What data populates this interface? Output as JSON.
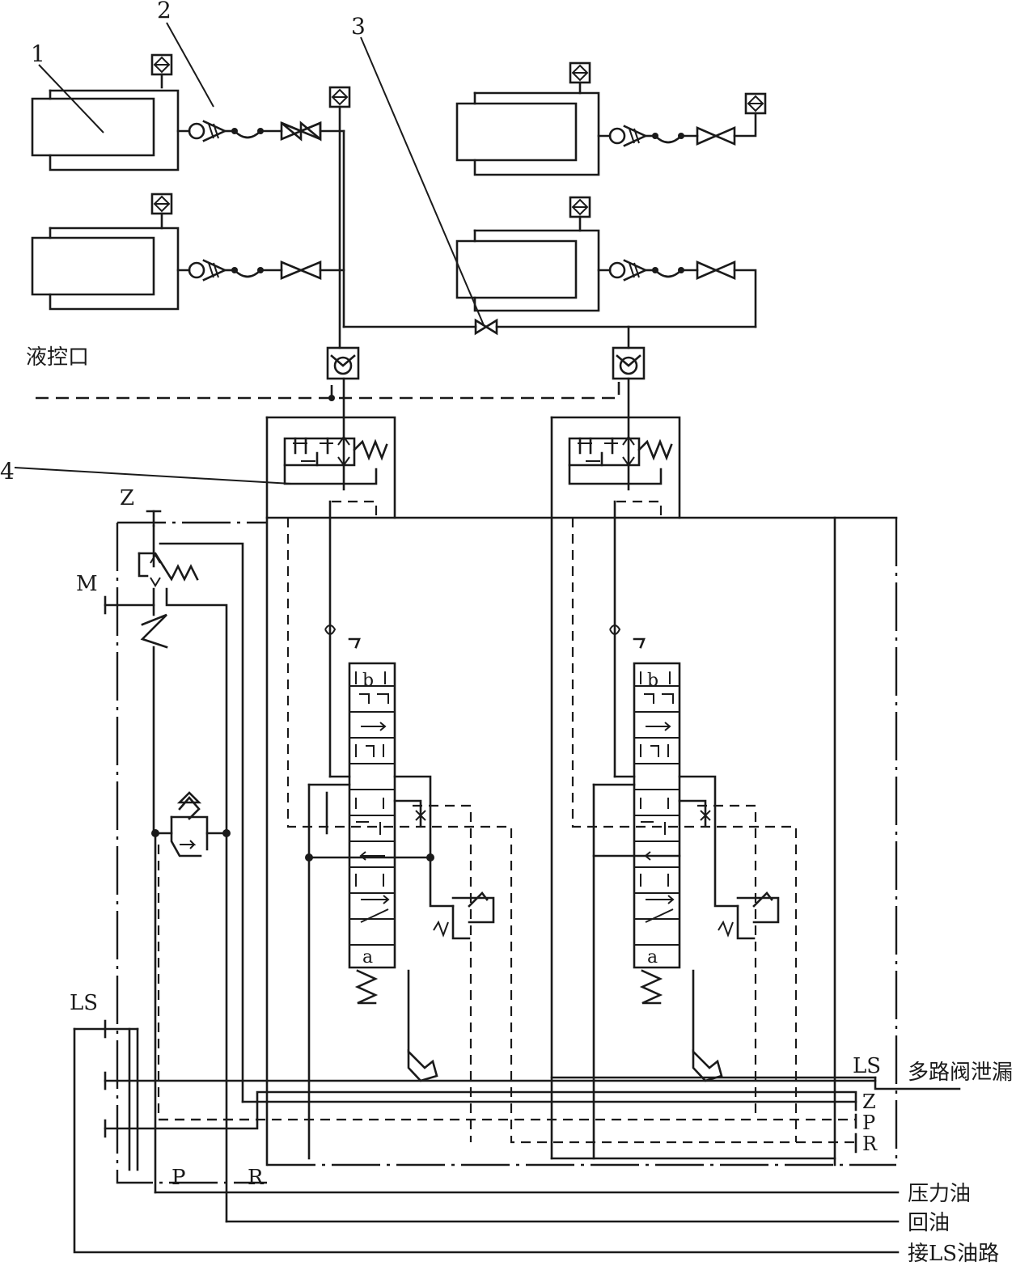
{
  "callouts": {
    "c1": "1",
    "c2": "2",
    "c3": "3",
    "c4": "4"
  },
  "labels": {
    "pilot_port": "液控口",
    "port_z_left": "Z",
    "port_m": "M",
    "port_ls_left": "LS",
    "port_p_bottom": "P",
    "port_r_bottom": "R",
    "port_ls_right": "LS",
    "port_z_right": "Z",
    "port_p_right": "P",
    "port_r_right": "R",
    "spool_b_1": "b",
    "spool_a_1": "a",
    "spool_b_2": "b",
    "spool_a_2": "a"
  },
  "legend": {
    "multi_valve_leak": "多路阀泄漏",
    "pressure_oil": "压力油",
    "return_oil": "回油",
    "ls_line": "接LS油路"
  }
}
